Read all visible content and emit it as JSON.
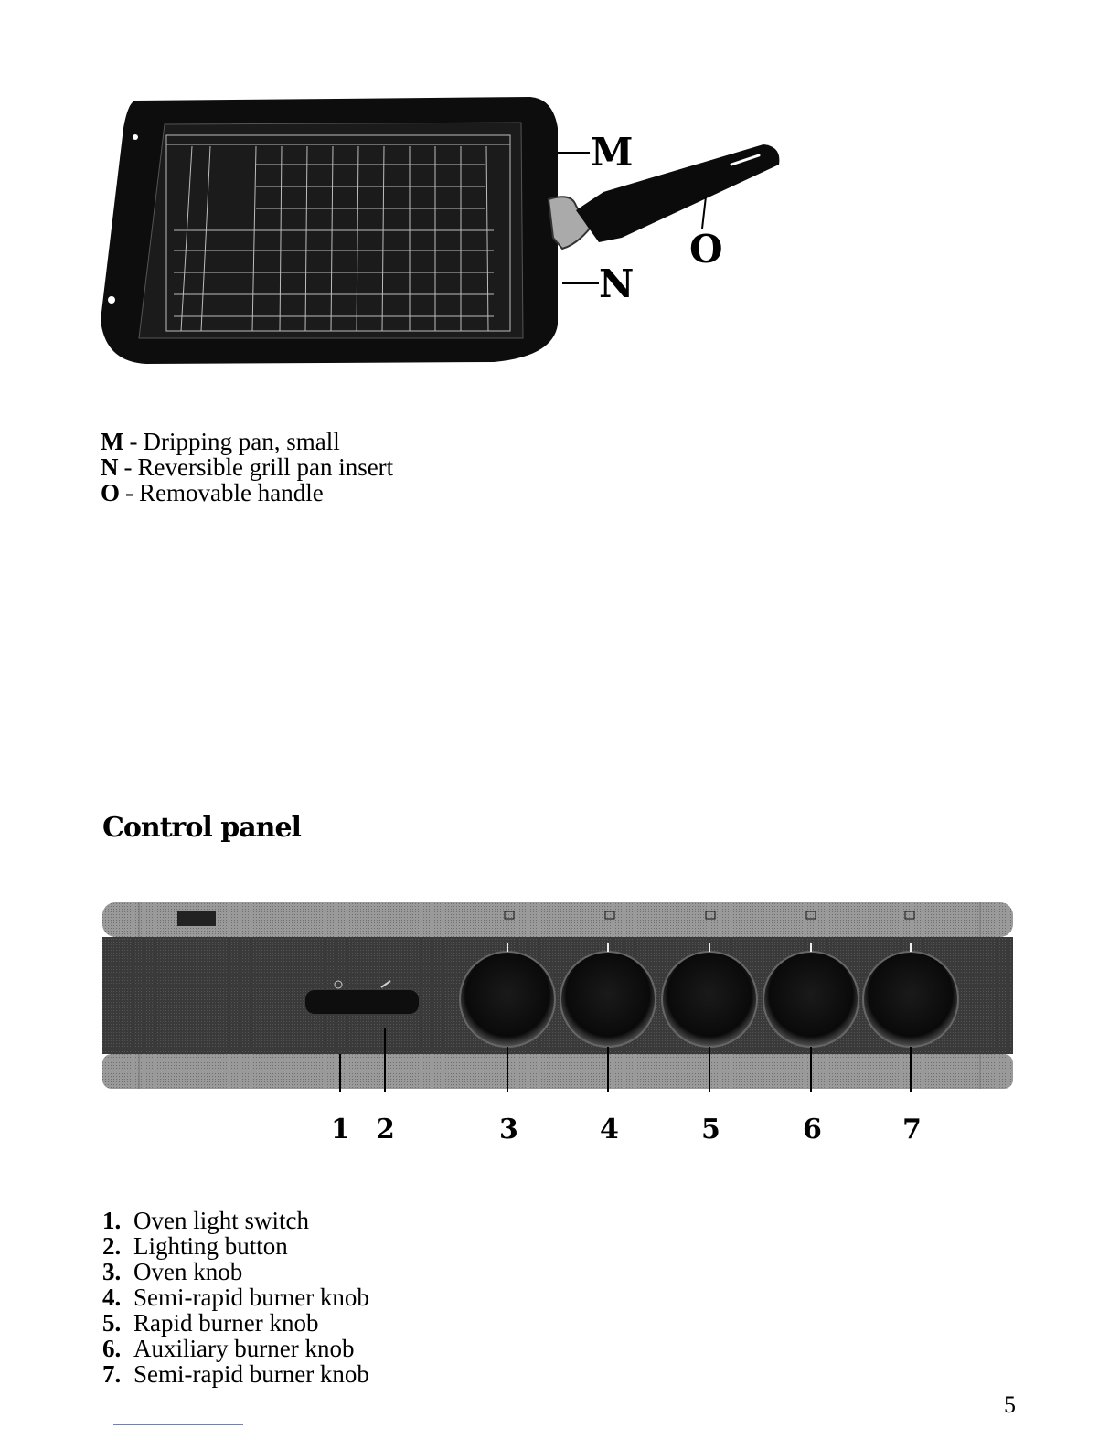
{
  "figure1": {
    "callouts": {
      "m": "M",
      "n": "N",
      "o": "O"
    },
    "legend": [
      {
        "key": "M",
        "text": "Dripping pan, small"
      },
      {
        "key": "N",
        "text": "Reversible grill pan insert"
      },
      {
        "key": "O",
        "text": "Removable handle"
      }
    ]
  },
  "section": {
    "heading": "Control panel"
  },
  "panel": {
    "callouts": [
      "1",
      "2",
      "3",
      "4",
      "5",
      "6",
      "7"
    ]
  },
  "list": [
    {
      "num": "1.",
      "text": "Oven light switch"
    },
    {
      "num": "2.",
      "text": "Lighting button"
    },
    {
      "num": "3.",
      "text": "Oven knob"
    },
    {
      "num": "4.",
      "text": "Semi-rapid burner knob"
    },
    {
      "num": "5.",
      "text": "Rapid burner knob"
    },
    {
      "num": "6.",
      "text": "Auxiliary burner knob"
    },
    {
      "num": "7.",
      "text": "Semi-rapid burner knob"
    }
  ],
  "page_number": "5"
}
